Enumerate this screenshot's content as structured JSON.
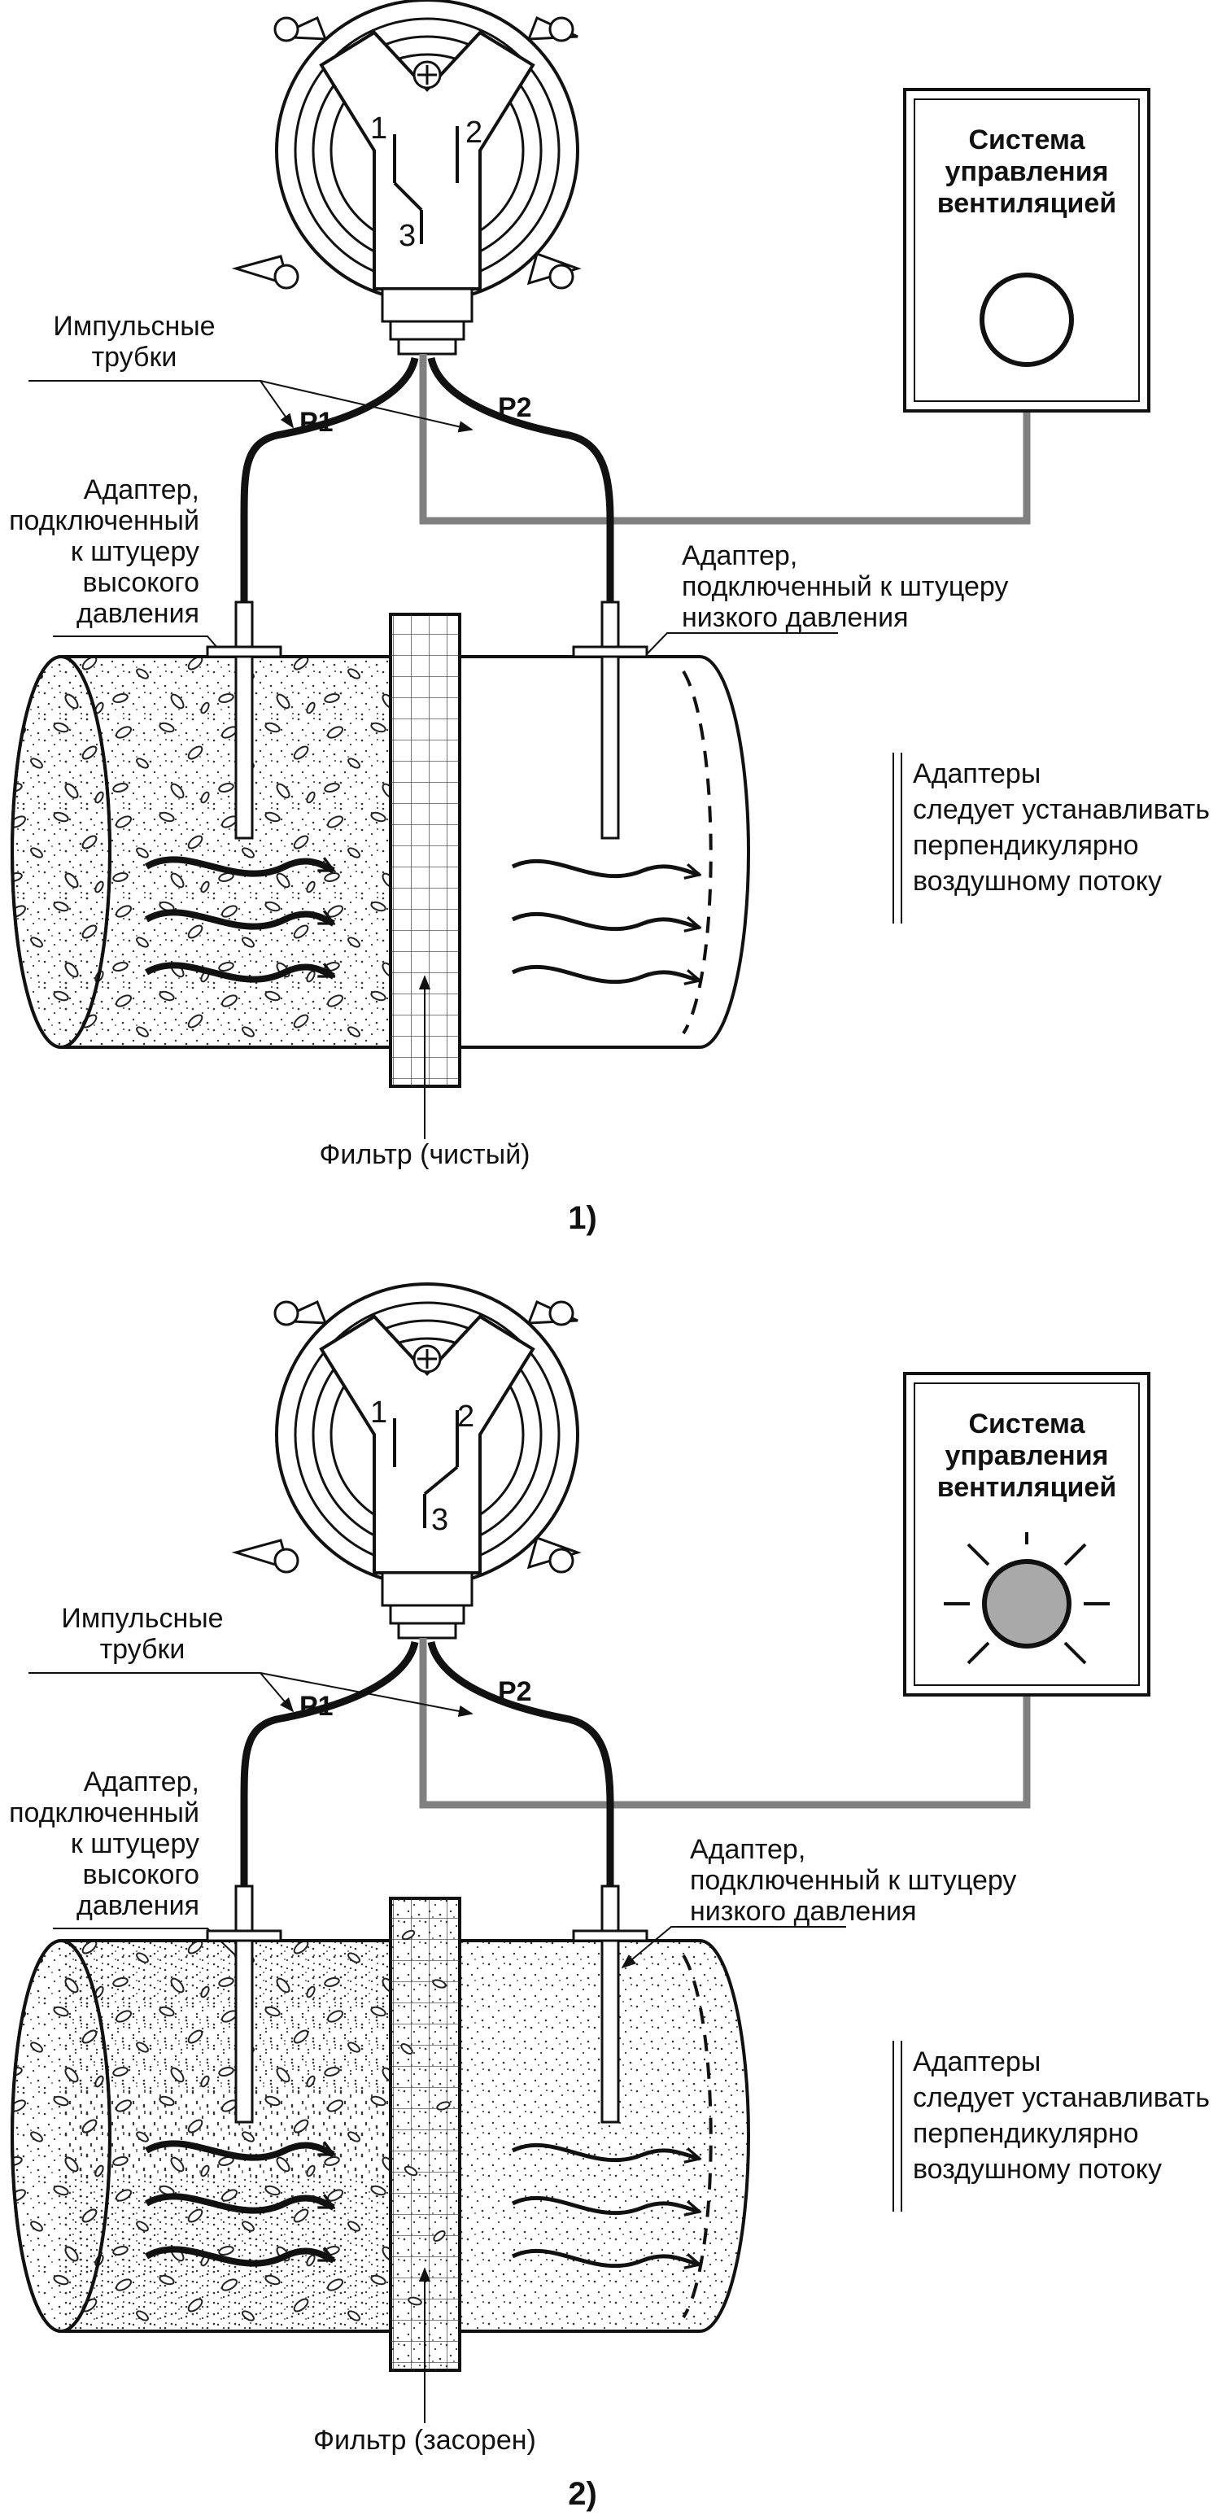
{
  "panels": [
    {
      "id": "p1",
      "caption": "1)",
      "switch_labels": {
        "c1": "1",
        "c2": "2",
        "c3": "3"
      },
      "control_box": {
        "title_lines": [
          "Система",
          "управления",
          "вентиляцией"
        ],
        "lamp": "off"
      },
      "tubes_label": [
        "Импульсные",
        "трубки"
      ],
      "p1_label": "P1",
      "p2_label": "P2",
      "adapter_high": [
        "Адаптер,",
        "подключенный",
        "к штуцеру",
        "высокого",
        "давления"
      ],
      "adapter_low": [
        "Адаптер,",
        "подключенный к штуцеру",
        "низкого давления"
      ],
      "note": [
        "Адаптеры",
        "следует устанавливать",
        "перпендикулярно",
        "воздушному потоку"
      ],
      "filter_label": "Фильтр (чистый)"
    },
    {
      "id": "p2",
      "caption": "2)",
      "switch_labels": {
        "c1": "1",
        "c2": "2",
        "c3": "3"
      },
      "control_box": {
        "title_lines": [
          "Система",
          "управления",
          "вентиляцией"
        ],
        "lamp": "on"
      },
      "tubes_label": [
        "Импульсные",
        "трубки"
      ],
      "p1_label": "P1",
      "p2_label": "P2",
      "adapter_high": [
        "Адаптер,",
        "подключенный",
        "к штуцеру",
        "высокого",
        "давления"
      ],
      "adapter_low": [
        "Адаптер,",
        "подключенный к штуцеру",
        "низкого давления"
      ],
      "note": [
        "Адаптеры",
        "следует устанавливать",
        "перпендикулярно",
        "воздушному потоку"
      ],
      "filter_label": "Фильтр (засорен)"
    }
  ],
  "colors": {
    "ink": "#111111",
    "wire": "#808080",
    "lamp_on": "#a9a9a9",
    "lamp_off": "#ffffff"
  }
}
